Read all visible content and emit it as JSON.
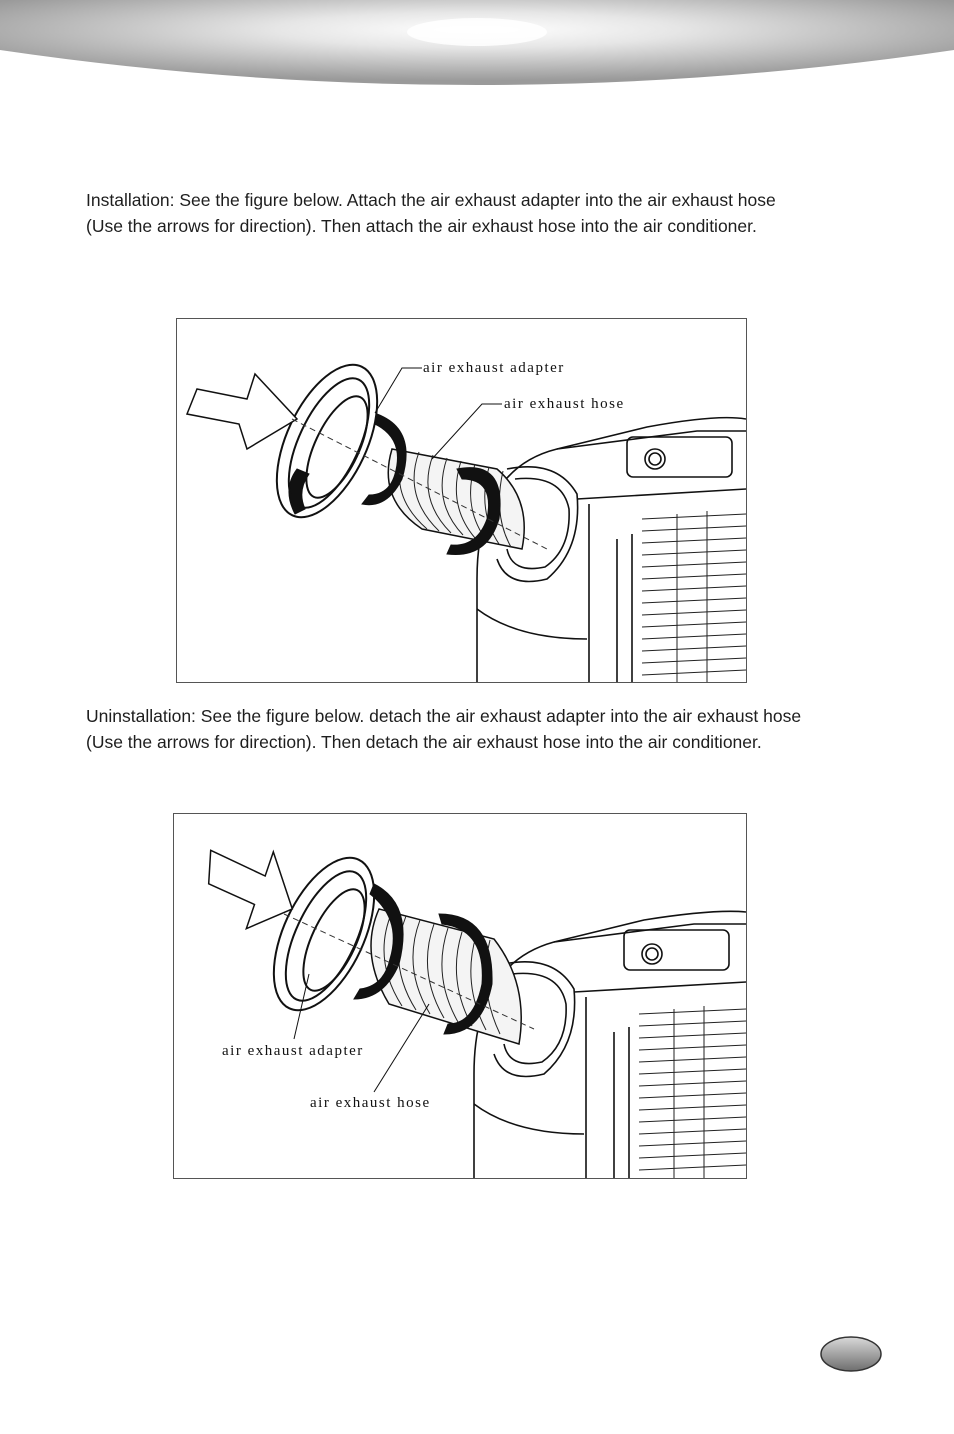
{
  "installation": {
    "text": "Installation:  See the figure below.  Attach the air exhaust adapter into the air exhaust hose (Use the arrows for direction).  Then attach the air exhaust hose into the air conditioner.",
    "figure": {
      "adapter_label": "air exhaust adapter",
      "hose_label": "air exhaust hose"
    }
  },
  "uninstallation": {
    "text": "Uninstallation:  See the figure below.  detach the air exhaust adapter into the air exhaust hose (Use the arrows for direction).  Then detach the air exhaust hose into the air conditioner.",
    "figure": {
      "adapter_label": "air exhaust adapter",
      "hose_label": "air exhaust hose"
    }
  }
}
